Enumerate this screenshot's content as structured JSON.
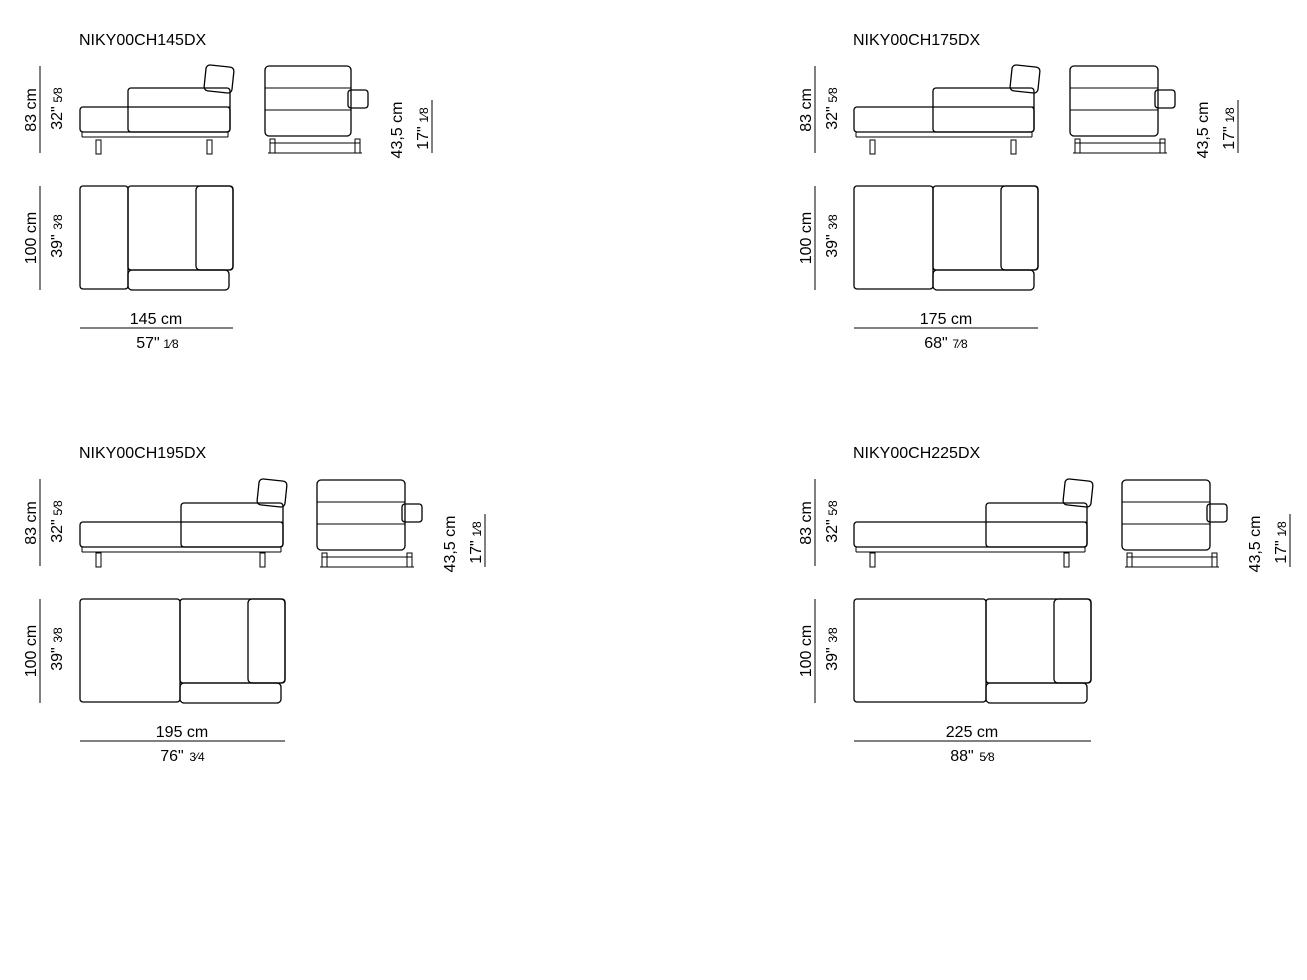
{
  "products": [
    {
      "code": "NIKY00CH145DX",
      "height": {
        "cm": "83 cm",
        "in_whole": "32\"",
        "in_frac": "5⁄8"
      },
      "seat": {
        "cm": "43,5 cm",
        "in_whole": "17\"",
        "in_frac": "1⁄8"
      },
      "depth": {
        "cm": "100 cm",
        "in_whole": "39\"",
        "in_frac": "3⁄8"
      },
      "width": {
        "cm": "145 cm",
        "in_whole": "57\"",
        "in_frac": "1⁄8"
      }
    },
    {
      "code": "NIKY00CH175DX",
      "height": {
        "cm": "83 cm",
        "in_whole": "32\"",
        "in_frac": "5⁄8"
      },
      "seat": {
        "cm": "43,5 cm",
        "in_whole": "17\"",
        "in_frac": "1⁄8"
      },
      "depth": {
        "cm": "100 cm",
        "in_whole": "39\"",
        "in_frac": "3⁄8"
      },
      "width": {
        "cm": "175 cm",
        "in_whole": "68\"",
        "in_frac": "7⁄8"
      }
    },
    {
      "code": "NIKY00CH195DX",
      "height": {
        "cm": "83 cm",
        "in_whole": "32\"",
        "in_frac": "5⁄8"
      },
      "seat": {
        "cm": "43,5 cm",
        "in_whole": "17\"",
        "in_frac": "1⁄8"
      },
      "depth": {
        "cm": "100 cm",
        "in_whole": "39\"",
        "in_frac": "3⁄8"
      },
      "width": {
        "cm": "195 cm",
        "in_whole": "76\"",
        "in_frac": "3⁄4"
      }
    },
    {
      "code": "NIKY00CH225DX",
      "height": {
        "cm": "83 cm",
        "in_whole": "32\"",
        "in_frac": "5⁄8"
      },
      "seat": {
        "cm": "43,5 cm",
        "in_whole": "17\"",
        "in_frac": "1⁄8"
      },
      "depth": {
        "cm": "100 cm",
        "in_whole": "39\"",
        "in_frac": "3⁄8"
      },
      "width": {
        "cm": "225 cm",
        "in_whole": "88\"",
        "in_frac": "5⁄8"
      }
    }
  ]
}
